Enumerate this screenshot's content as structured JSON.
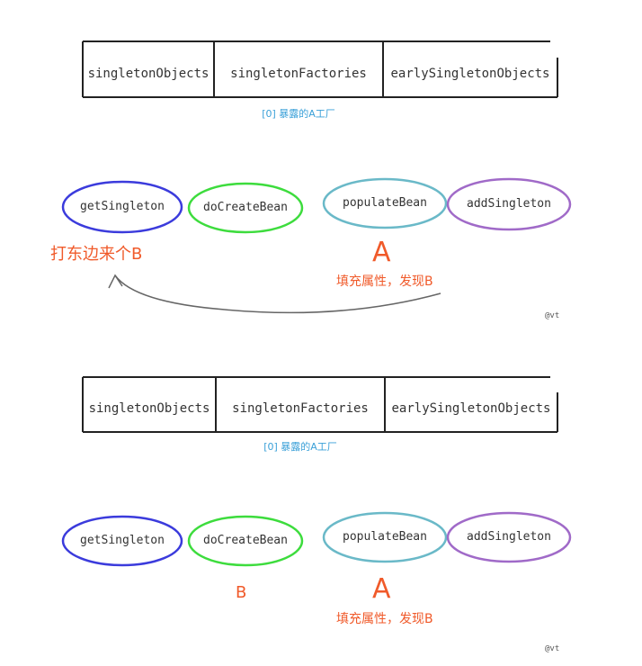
{
  "diagram1": {
    "caches": [
      "singletonObjects",
      "singletonFactories",
      "earlySingletonObjects"
    ],
    "cache_note": "[0] 暴露的A工厂",
    "nodes": [
      "getSingleton",
      "doCreateBean",
      "populateBean",
      "addSingleton"
    ],
    "letter_a": "A",
    "fill_note": "填充属性，发现B",
    "back_note": "打东边来个B",
    "signature": "@vt"
  },
  "diagram2": {
    "caches": [
      "singletonObjects",
      "singletonFactories",
      "earlySingletonObjects"
    ],
    "cache_note": "[0] 暴露的A工厂",
    "nodes": [
      "getSingleton",
      "doCreateBean",
      "populateBean",
      "addSingleton"
    ],
    "letter_a": "A",
    "letter_b": "B",
    "fill_note": "填充属性，发现B",
    "signature": "@vt"
  },
  "colors": {
    "get_singleton": "#3b3bdc",
    "do_create_bean": "#3ddc3d",
    "populate_bean": "#6ab9c8",
    "add_singleton": "#a06ac8",
    "annotation_red": "#f05a2a",
    "cache_note_blue": "#3aa0d8"
  }
}
